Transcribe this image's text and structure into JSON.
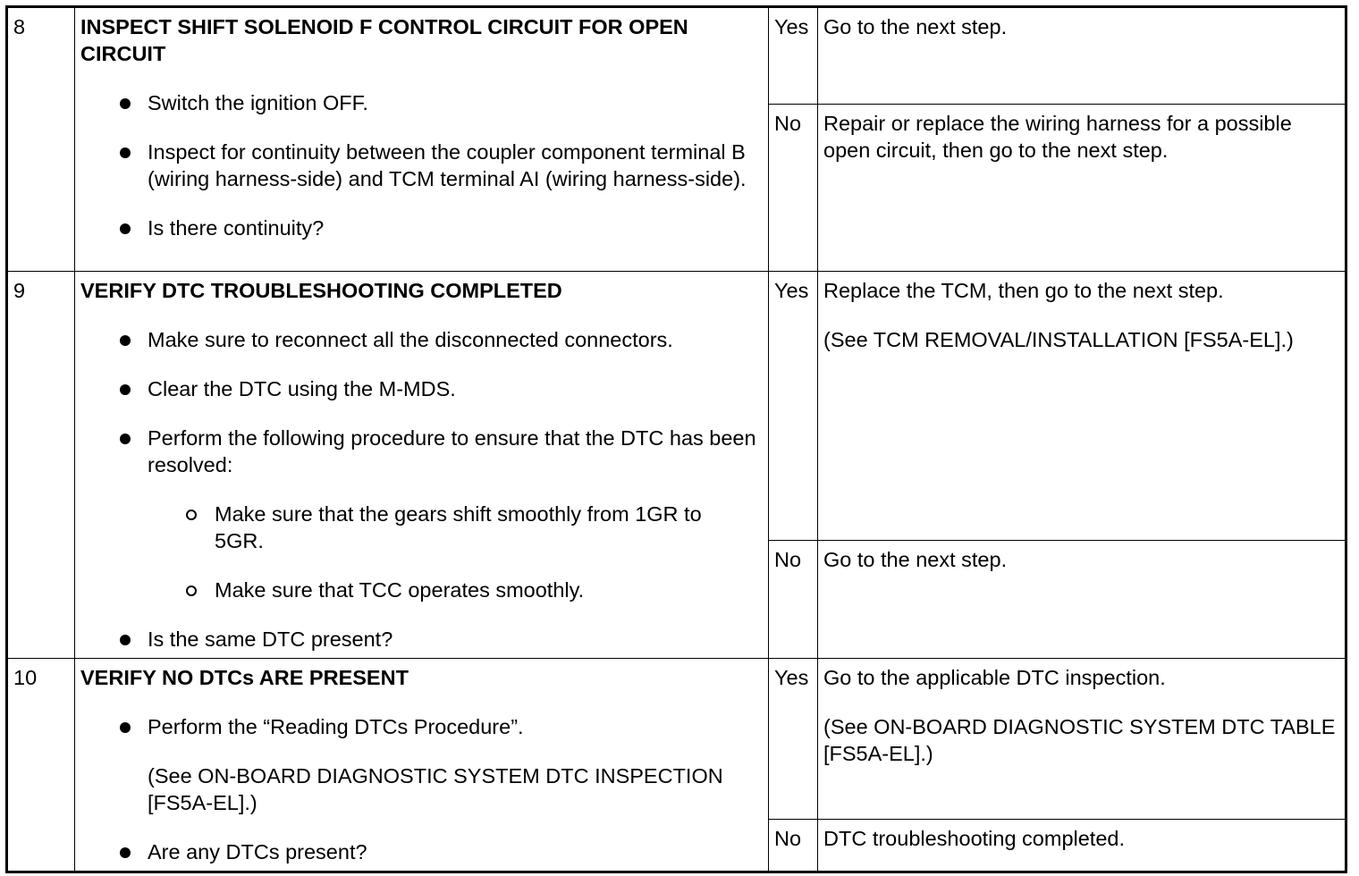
{
  "rows": [
    {
      "step": "8",
      "title": "INSPECT SHIFT SOLENOID F CONTROL CIRCUIT FOR OPEN CIRCUIT",
      "bullets": [
        "Switch the ignition OFF.",
        "Inspect for continuity between the coupler component terminal B (wiring harness-side) and TCM terminal AI (wiring harness-side).",
        "Is there continuity?"
      ],
      "yes_label": "Yes",
      "yes_action": [
        "Go to the next step."
      ],
      "no_label": "No",
      "no_action": [
        "Repair or replace the wiring harness for a possible open circuit, then go to the next step."
      ]
    },
    {
      "step": "9",
      "title": "VERIFY DTC TROUBLESHOOTING COMPLETED",
      "bullets": [
        "Make sure to reconnect all the disconnected connectors.",
        "Clear the DTC using the M-MDS.",
        "Perform the following procedure to ensure that the DTC has been resolved:",
        "Is the same DTC present?"
      ],
      "sub_bullets": [
        "Make sure that the gears shift smoothly from 1GR to 5GR.",
        "Make sure that TCC operates smoothly."
      ],
      "yes_label": "Yes",
      "yes_action": [
        "Replace the TCM, then go to the next step.",
        "(See TCM REMOVAL/INSTALLATION [FS5A-EL].)"
      ],
      "no_label": "No",
      "no_action": [
        "Go to the next step."
      ]
    },
    {
      "step": "10",
      "title": "VERIFY NO DTCs ARE PRESENT",
      "bullets": [
        "Perform the “Reading DTCs Procedure”.",
        "Are any DTCs present?"
      ],
      "bullet_note": "(See ON-BOARD DIAGNOSTIC SYSTEM DTC INSPECTION [FS5A-EL].)",
      "yes_label": "Yes",
      "yes_action": [
        "Go to the applicable DTC inspection.",
        "(See ON-BOARD DIAGNOSTIC SYSTEM DTC TABLE [FS5A-EL].)"
      ],
      "no_label": "No",
      "no_action": [
        "DTC troubleshooting completed."
      ]
    }
  ]
}
